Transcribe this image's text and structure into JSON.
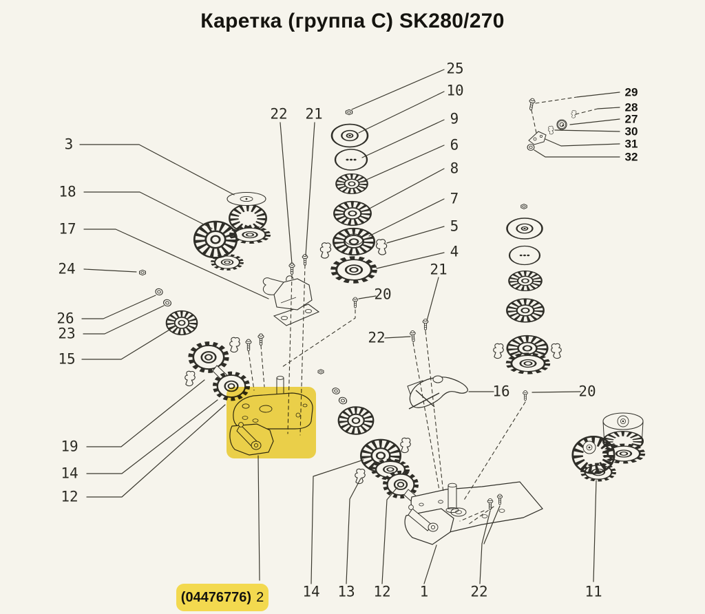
{
  "title": "Каретка (группа C) SK280/270",
  "colors": {
    "paper": "#f6f4ec",
    "ink": "#2f2e28",
    "highlight_yellow": "#f3d94f"
  },
  "highlight_label": {
    "code": "(04476776)",
    "number": "2"
  },
  "callouts": [
    {
      "label": "3"
    },
    {
      "label": "18"
    },
    {
      "label": "17"
    },
    {
      "label": "24"
    },
    {
      "label": "26"
    },
    {
      "label": "23"
    },
    {
      "label": "15"
    },
    {
      "label": "19"
    },
    {
      "label": "14"
    },
    {
      "label": "12"
    },
    {
      "label": "25"
    },
    {
      "label": "10"
    },
    {
      "label": "9"
    },
    {
      "label": "6"
    },
    {
      "label": "8"
    },
    {
      "label": "7"
    },
    {
      "label": "5"
    },
    {
      "label": "4"
    },
    {
      "label": "22"
    },
    {
      "label": "21"
    },
    {
      "label": "20"
    },
    {
      "label": "21"
    },
    {
      "label": "22"
    },
    {
      "label": "16"
    },
    {
      "label": "20"
    },
    {
      "label": "29"
    },
    {
      "label": "28"
    },
    {
      "label": "27"
    },
    {
      "label": "30"
    },
    {
      "label": "31"
    },
    {
      "label": "32"
    },
    {
      "label": "14"
    },
    {
      "label": "13"
    },
    {
      "label": "12"
    },
    {
      "label": "1"
    },
    {
      "label": "22"
    },
    {
      "label": "11"
    }
  ]
}
